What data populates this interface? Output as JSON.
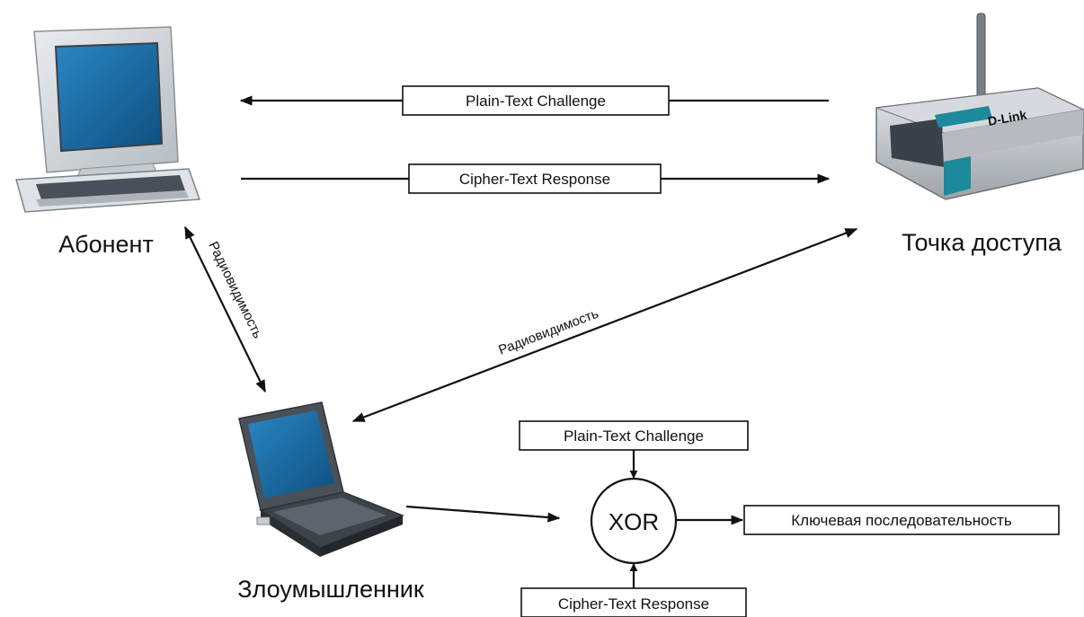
{
  "nodes": {
    "subscriber": "Абонент",
    "access_point": "Точка доступа",
    "attacker": "Злоумышленник",
    "ap_brand": "D-Link"
  },
  "messages": {
    "challenge_top": "Plain-Text Challenge",
    "response_top": "Cipher-Text Response",
    "challenge_bottom": "Plain-Text Challenge",
    "response_bottom": "Cipher-Text Response"
  },
  "links": {
    "radio_left": "Радиовидимость",
    "radio_right": "Радиовидимость"
  },
  "xor": {
    "label": "XOR",
    "output": "Ключевая последовательность"
  },
  "colors": {
    "line": "#111111",
    "screen": "#1f6fa6",
    "ap_body": "#c9ccd0",
    "ap_stripe": "#1c8a9a"
  }
}
